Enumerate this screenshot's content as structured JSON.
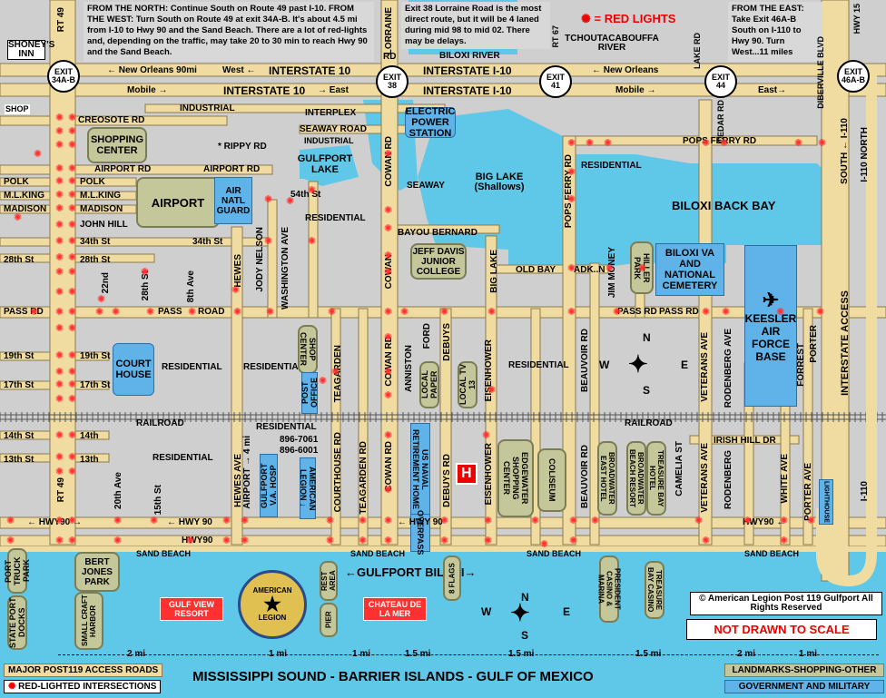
{
  "notes": {
    "north_west": "FROM THE NORTH: Continue South on Route 49 past I-10. FROM THE WEST: Turn South on Route 49 at exit 34A-B. It's about 4.5 mi from I-10 to Hwy 90 and the Sand Beach. There are a lot of red-lights and, depending on the traffic, may take 20 to 30 min to reach Hwy 90 and the Sand Beach.",
    "exit38": "Exit 38 Lorraine Road is the most direct route, but it will be 4 laned during mid 98 to mid 02. There may be delays.",
    "red_lights": "= RED LIGHTS",
    "east": "FROM THE EAST: Take Exit 46A-B South on I-110 to Hwy 90. Turn West...11 miles"
  },
  "exits": [
    {
      "label": "EXIT",
      "number": "34A-B"
    },
    {
      "label": "EXIT",
      "number": "38"
    },
    {
      "label": "EXIT",
      "number": "41"
    },
    {
      "label": "EXIT",
      "number": "44"
    },
    {
      "label": "EXIT",
      "number": "46A-B"
    }
  ],
  "interstate": {
    "top_left": "← New Orleans 90mi",
    "west": "West ←",
    "i10_top": "INTERSTATE 10",
    "i10_top_mid": "INTERSTATE I-10",
    "new_orleans_2": "← New Orleans",
    "mobile_1": "Mobile →",
    "i10_bottom": "INTERSTATE 10",
    "east_1": "→ East",
    "i10_bottom_mid": "INTERSTATE I-10",
    "mobile_2": "Mobile →",
    "east_2": "East→",
    "interstate_access": "INTERSTATE ACCESS",
    "i110_north": "I-110 NORTH",
    "i110_south": "SOUTH ← I-110",
    "i110": "I-110"
  },
  "roads": {
    "rt49": "RT 49",
    "lorraine": "LORRAINE",
    "rd": "RD",
    "biloxi_river": "BILOXI RIVER",
    "tchoutacabouffa": "TCHOUTACABOUFFA RIVER",
    "rt67": "RT 67",
    "lake_rd": "LAKE RD",
    "cedar_rd": "CEDAR RD",
    "diberville": "DIBERVILLE BLVD",
    "hwy15": "HWY 15",
    "industrial": "INDUSTRIAL",
    "creosote": "CREOSOTE RD",
    "interplex": "INTERPLEX",
    "seaway_rd": "SEAWAY ROAD",
    "industrial2": "INDUSTRIAL",
    "rippy": "* RIPPY RD",
    "airport_rd_1": "AIRPORT RD",
    "airport_rd_2": "AIRPORT RD",
    "polk_1": "POLK",
    "polk_2": "POLK",
    "mlking_1": "M.L.KING",
    "mlking_2": "M.L.KING",
    "madison_1": "MADISON",
    "madison_2": "MADISON",
    "john_hill": "JOHN HILL",
    "st34_1": "34th St",
    "st34_2": "34th St",
    "st54": "54th St",
    "st28_1": "28th St",
    "st28_2": "28th St",
    "st28_3": "28th St",
    "nd22": "22nd",
    "ave8": "8th Ave",
    "hewes_1": "HEWES",
    "jody_nelson": "JODY NELSON",
    "washington": "WASHINGTON AVE",
    "bayou_bernard": "BAYOU BERNARD",
    "cowan_1": "COWAN RD",
    "cowan_2": "COWAN",
    "cowan_3": "COWAN RD",
    "cowan_4": "COWAN RD",
    "seaway": "SEAWAY",
    "big_lake": "BIG LAKE (Shallows)",
    "big_lake_rd": "BIG LAKE",
    "pops_ferry_v": "POPS FERRY RD",
    "pops_ferry_h": "POPS FERRY RD",
    "old_bay": "OLD BAY",
    "adkn": "ADK..N",
    "jim_money": "JIM MONEY",
    "hiller_park": "HILLER PARK",
    "biloxi_back_bay": "BILOXI BACK BAY",
    "pass_rd_1": "PASS RD",
    "pass_rd_2": "PASS",
    "pass_rd_3": "ROAD",
    "pass_rd_4": "PASS RD",
    "pass_rd_5": "PASS RD",
    "st19_1": "19th St",
    "st19_2": "19th St",
    "st17_1": "17th St",
    "st17_2": "17th St",
    "st14_1": "14th St",
    "st14_2": "14th",
    "st13_1": "13th St",
    "st13_2": "13th",
    "ave20": "20th Ave",
    "st15": "15th St",
    "railroad_1": "RAILROAD",
    "railroad_2": "RAILROAD",
    "hewes_ave": "HEWES AVE",
    "airport_ave": "AIRPORT → 4 mi",
    "courthouse": "COURTHOUSE RD",
    "teagarden_1": "TEAGARDEN",
    "teagarden_2": "TEAGARDEN RD",
    "anniston": "ANNISTON",
    "ford": "FORD",
    "debuys_1": "DEBUYS",
    "debuys_2": "DEBUYS RD",
    "eisenhower_1": "EISENHOWER",
    "eisenhower_2": "EISENHOWER",
    "beauvoir_1": "BEAUVOIR RD",
    "beauvoir_2": "BEAUVOIR RD",
    "broadwater_1": "BROADWATER EAST HOTEL",
    "broadwater_2": "BROADWATER BEACH RESORT",
    "treasure_bay_hotel": "TREASURE BAY HOTEL",
    "camelia": "CAMELIA ST",
    "veterans_1": "VETERANS AVE",
    "veterans_2": "VETERANS AVE",
    "rodenberg_1": "RODENBERG AVE",
    "rodenberg_2": "RODENBERG",
    "irish_hill": "IRISH HILL DR",
    "forrest": "FORREST",
    "porter_1": "PORTER",
    "porter_2": "PORTER AVE",
    "white_ave": "WHITE AVE",
    "lighthouse": "LIGHTHOUSE",
    "hwy90_1": "← HWY90 →",
    "hwy90_2": "← HWY 90",
    "hwy90_3": "HWY90",
    "hwy90_4": "← HWY 90",
    "hwy90_5": "HWY90 ←",
    "sand_beach_1": "SAND BEACH",
    "sand_beach_2": "SAND BEACH",
    "sand_beach_3": "SAND BEACH",
    "sand_beach_4": "SAND BEACH",
    "eight_flags": "8 FLAGS",
    "rest_area": "REST AREA",
    "pier": "PIER"
  },
  "places": {
    "shoneys": "SHONEY'S INN",
    "shop": "SHOP",
    "shopping_center": "SHOPPING CENTER",
    "airport": "AIRPORT",
    "air_natl_guard": "AIR NATL GUARD",
    "residential_1": "RESIDENTIAL",
    "gulfport_lake": "GULFPORT LAKE",
    "electric": "ELECTRIC POWER STATION",
    "jeff_davis": "JEFF DAVIS JUNIOR COLLEGE",
    "residential_2": "RESIDENTIAL",
    "biloxi_va": "BILOXI VA AND NATIONAL CEMETERY",
    "keesler": "KEESLER AIR FORCE BASE",
    "court_house": "COURT HOUSE",
    "residential_3": "RESIDENTIAL",
    "residential_4": "RESIDENTIAL",
    "shop_center": "SHOP CENTER",
    "post_office": "POST OFFICE",
    "local_paper": "LOCAL PAPER",
    "local_tv": "LOCAL TV 13",
    "residential_5": "RESIDENTIAL",
    "residential_6": "RESIDENTIAL",
    "residential_7": "RESIDENTIAL",
    "phone_1": "896-7061",
    "phone_2": "896-6001",
    "gulfport_va": "GULFPORT V.A. HOSP",
    "american_legion": "AMERICAN LEGION ↓",
    "us_naval": "US NAVAL RETIREMENT HOME",
    "hospital": "H",
    "edgewater": "EDGEWATER SHOPPING CENTER",
    "coliseum": "COLISEUM",
    "overpass": "OVERPASS",
    "port_truck_park": "PORT TRUCK PARK",
    "bert_jones": "BERT JONES PARK",
    "state_port_docks": "STATE PORT DOCKS",
    "small_craft": "SMALL CRAFT HARBOR",
    "gulf_view": "GULF VIEW RESORT",
    "chateau": "CHATEAU DE LA MER",
    "gulfport_biloxi": "←GULFPORT BILOXI→",
    "president_casino": "PRESIDENT CASINO & MARINA",
    "treasure_bay_casino": "TREASURE BAY CASINO",
    "seal_top": "AMERICAN",
    "seal_bottom": "LEGION"
  },
  "compass": {
    "n": "N",
    "s": "S",
    "e": "E",
    "w": "W"
  },
  "scale": {
    "seg1": "2 mi",
    "seg2": "1 mi",
    "seg3": "1 mi",
    "seg4": "1.5 mi",
    "seg5": "1.5 mi",
    "seg6": "1.5 mi",
    "seg7": "2 mi",
    "seg8": "1 mi"
  },
  "footer": {
    "copyright": "© American Legion Post 119 Gulfport All Rights Reserved",
    "not_to_scale": "NOT DRAWN TO SCALE",
    "legend_access": "MAJOR POST119 ACCESS ROADS",
    "legend_redlights": "RED-LIGHTED INTERSECTIONS",
    "sound": "MISSISSIPPI SOUND - BARRIER ISLANDS - GULF OF MEXICO",
    "legend_landmarks": "LANDMARKS-SHOPPING-OTHER",
    "legend_government": "GOVERNMENT AND MILITARY"
  },
  "colors": {
    "road": "#f0dca0",
    "road_edge": "#8a7a50",
    "land": "#cfcfcf",
    "water": "#5fc8e8",
    "gov": "#5fb3e8",
    "landmark": "#c4c79a",
    "red": "#ff3030"
  }
}
